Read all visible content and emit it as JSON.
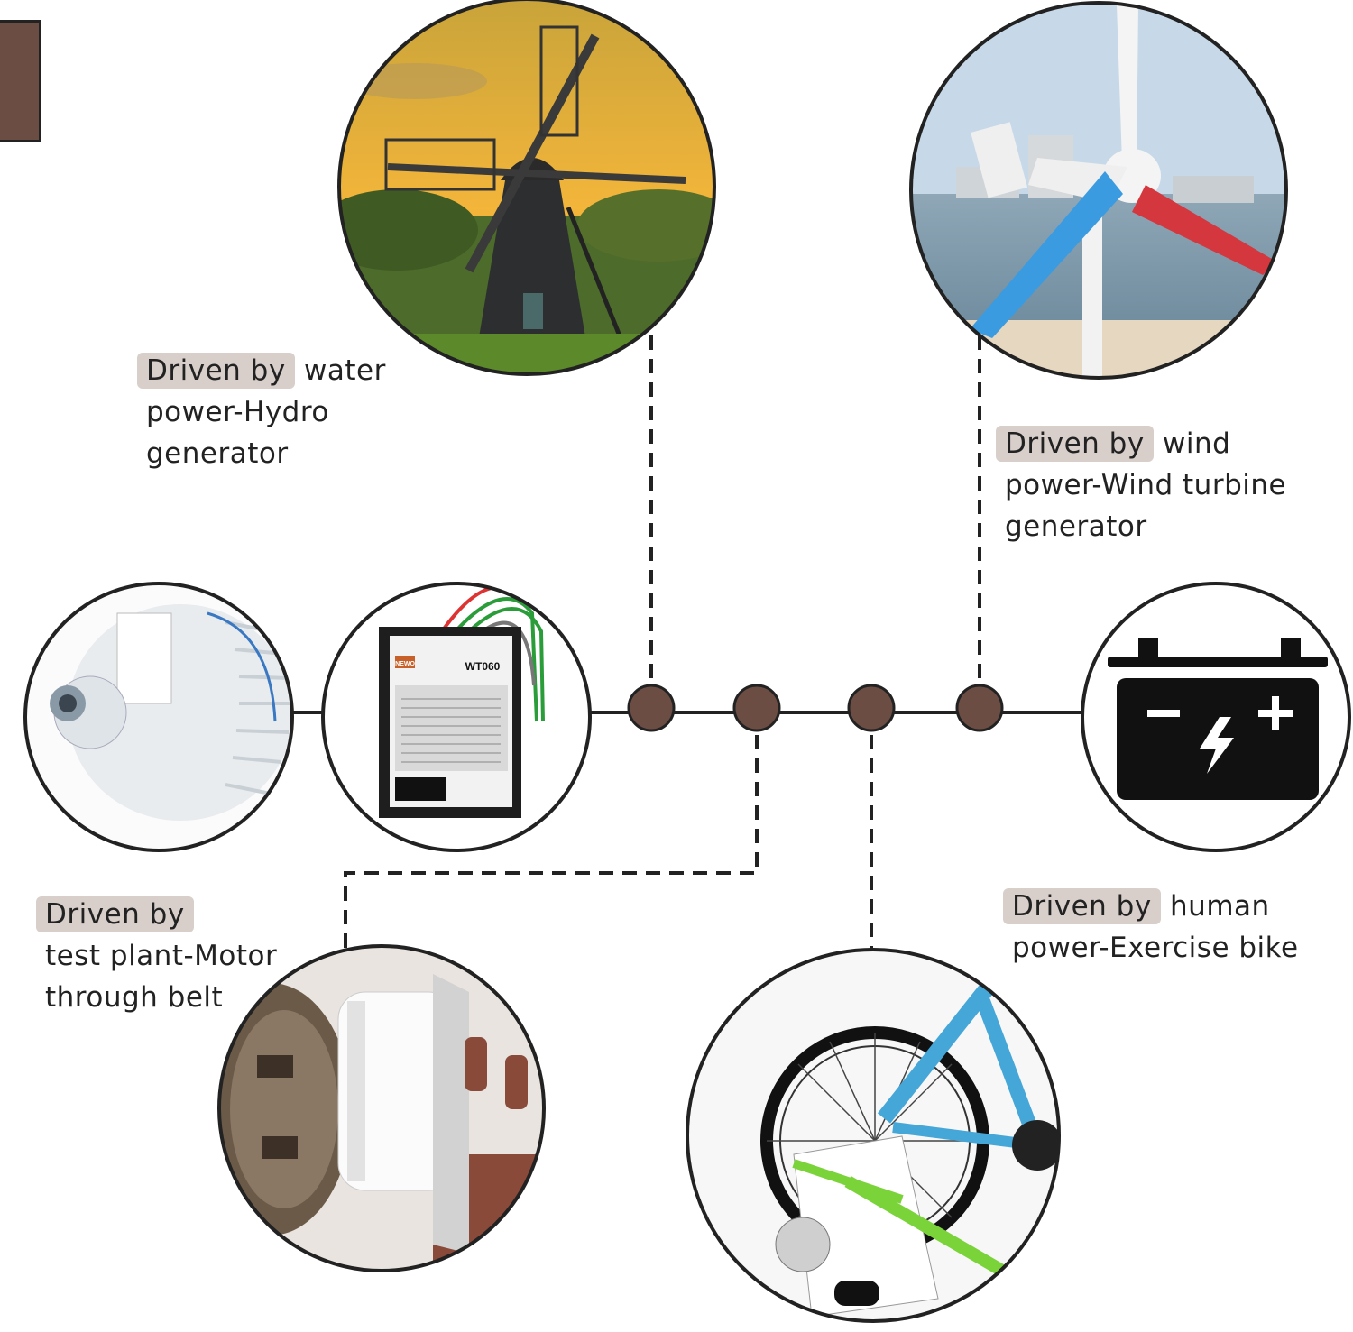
{
  "labels": {
    "hydro": {
      "highlight": "Driven by",
      "rest": " water",
      "line2": "power-Hydro",
      "line3": "generator"
    },
    "wind": {
      "highlight": "Driven by",
      "rest": " wind",
      "line2": "power-Wind turbine",
      "line3": "generator"
    },
    "motor": {
      "highlight": "Driven by",
      "line2": "test plant-Motor",
      "line3": "through belt"
    },
    "bike": {
      "highlight": "Driven by",
      "rest": " human",
      "line2": "power-Exercise bike"
    }
  },
  "controller": {
    "model": "WT060",
    "brand": "NEWO"
  },
  "icons": [
    "windmill-photo",
    "wind-turbine-photo",
    "generator-photo",
    "controller-photo",
    "battery-icon",
    "motor-test-photo",
    "exercise-bike-photo"
  ],
  "colors": {
    "node": "#6b4d44",
    "highlight": "#d8cfcb",
    "line": "#222222",
    "accent": "#6b4d44"
  }
}
